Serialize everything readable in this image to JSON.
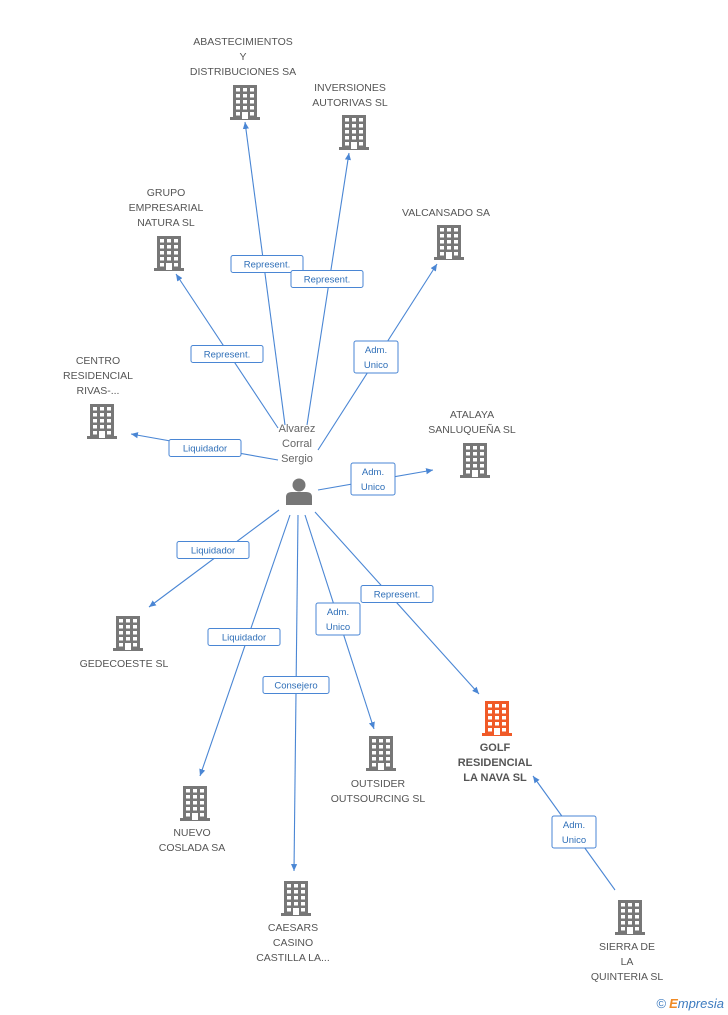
{
  "center": {
    "lines": [
      "Alvarez",
      "Corral",
      "Sergio"
    ]
  },
  "nodes": [
    {
      "id": "abastecimientos",
      "lines": [
        "ABASTECIMIENTOS",
        "Y",
        "DISTRIBUCIONES SA"
      ],
      "highlight": false
    },
    {
      "id": "inversiones",
      "lines": [
        "INVERSIONES",
        "AUTORIVAS SL"
      ],
      "highlight": false
    },
    {
      "id": "grupo",
      "lines": [
        "GRUPO",
        "EMPRESARIAL",
        "NATURA SL"
      ],
      "highlight": false
    },
    {
      "id": "valcansado",
      "lines": [
        "VALCANSADO SA"
      ],
      "highlight": false
    },
    {
      "id": "centro",
      "lines": [
        "CENTRO",
        "RESIDENCIAL",
        "RIVAS-..."
      ],
      "highlight": false
    },
    {
      "id": "atalaya",
      "lines": [
        "ATALAYA",
        "SANLUQUEÑA SL"
      ],
      "highlight": false
    },
    {
      "id": "gedecoeste",
      "lines": [
        "GEDECOESTE SL"
      ],
      "highlight": false
    },
    {
      "id": "golf",
      "lines": [
        "GOLF",
        "RESIDENCIAL",
        "LA NAVA SL"
      ],
      "highlight": true
    },
    {
      "id": "outsider",
      "lines": [
        "OUTSIDER",
        "OUTSOURCING SL"
      ],
      "highlight": false
    },
    {
      "id": "nuevo",
      "lines": [
        "NUEVO",
        "COSLADA SA"
      ],
      "highlight": false
    },
    {
      "id": "caesars",
      "lines": [
        "CAESARS",
        "CASINO",
        "CASTILLA LA..."
      ],
      "highlight": false
    },
    {
      "id": "sierra",
      "lines": [
        "SIERRA DE",
        "LA",
        "QUINTERIA SL"
      ],
      "highlight": false
    }
  ],
  "edges": [
    {
      "to": "abastecimientos",
      "label": [
        "Represent."
      ]
    },
    {
      "to": "inversiones",
      "label": [
        "Represent."
      ]
    },
    {
      "to": "grupo",
      "label": [
        "Represent."
      ]
    },
    {
      "to": "valcansado",
      "label": [
        "Adm.",
        "Unico"
      ]
    },
    {
      "to": "centro",
      "label": [
        "Liquidador"
      ]
    },
    {
      "to": "atalaya",
      "label": [
        "Adm.",
        "Unico"
      ]
    },
    {
      "to": "gedecoeste",
      "label": [
        "Liquidador"
      ]
    },
    {
      "to": "golf",
      "label": [
        "Represent."
      ]
    },
    {
      "to": "outsider",
      "label": [
        "Adm.",
        "Unico"
      ]
    },
    {
      "to": "nuevo",
      "label": [
        "Liquidador"
      ]
    },
    {
      "to": "caesars",
      "label": [
        "Consejero"
      ]
    },
    {
      "from": "sierra",
      "to": "golf",
      "label": [
        "Adm.",
        "Unico"
      ]
    }
  ],
  "colors": {
    "building": "#777777",
    "highlight": "#f05a28",
    "edge": "#4a86d4",
    "person": "#777777"
  },
  "footer": {
    "copyright": "©",
    "brand_first": "E",
    "brand_rest": "mpresia"
  }
}
